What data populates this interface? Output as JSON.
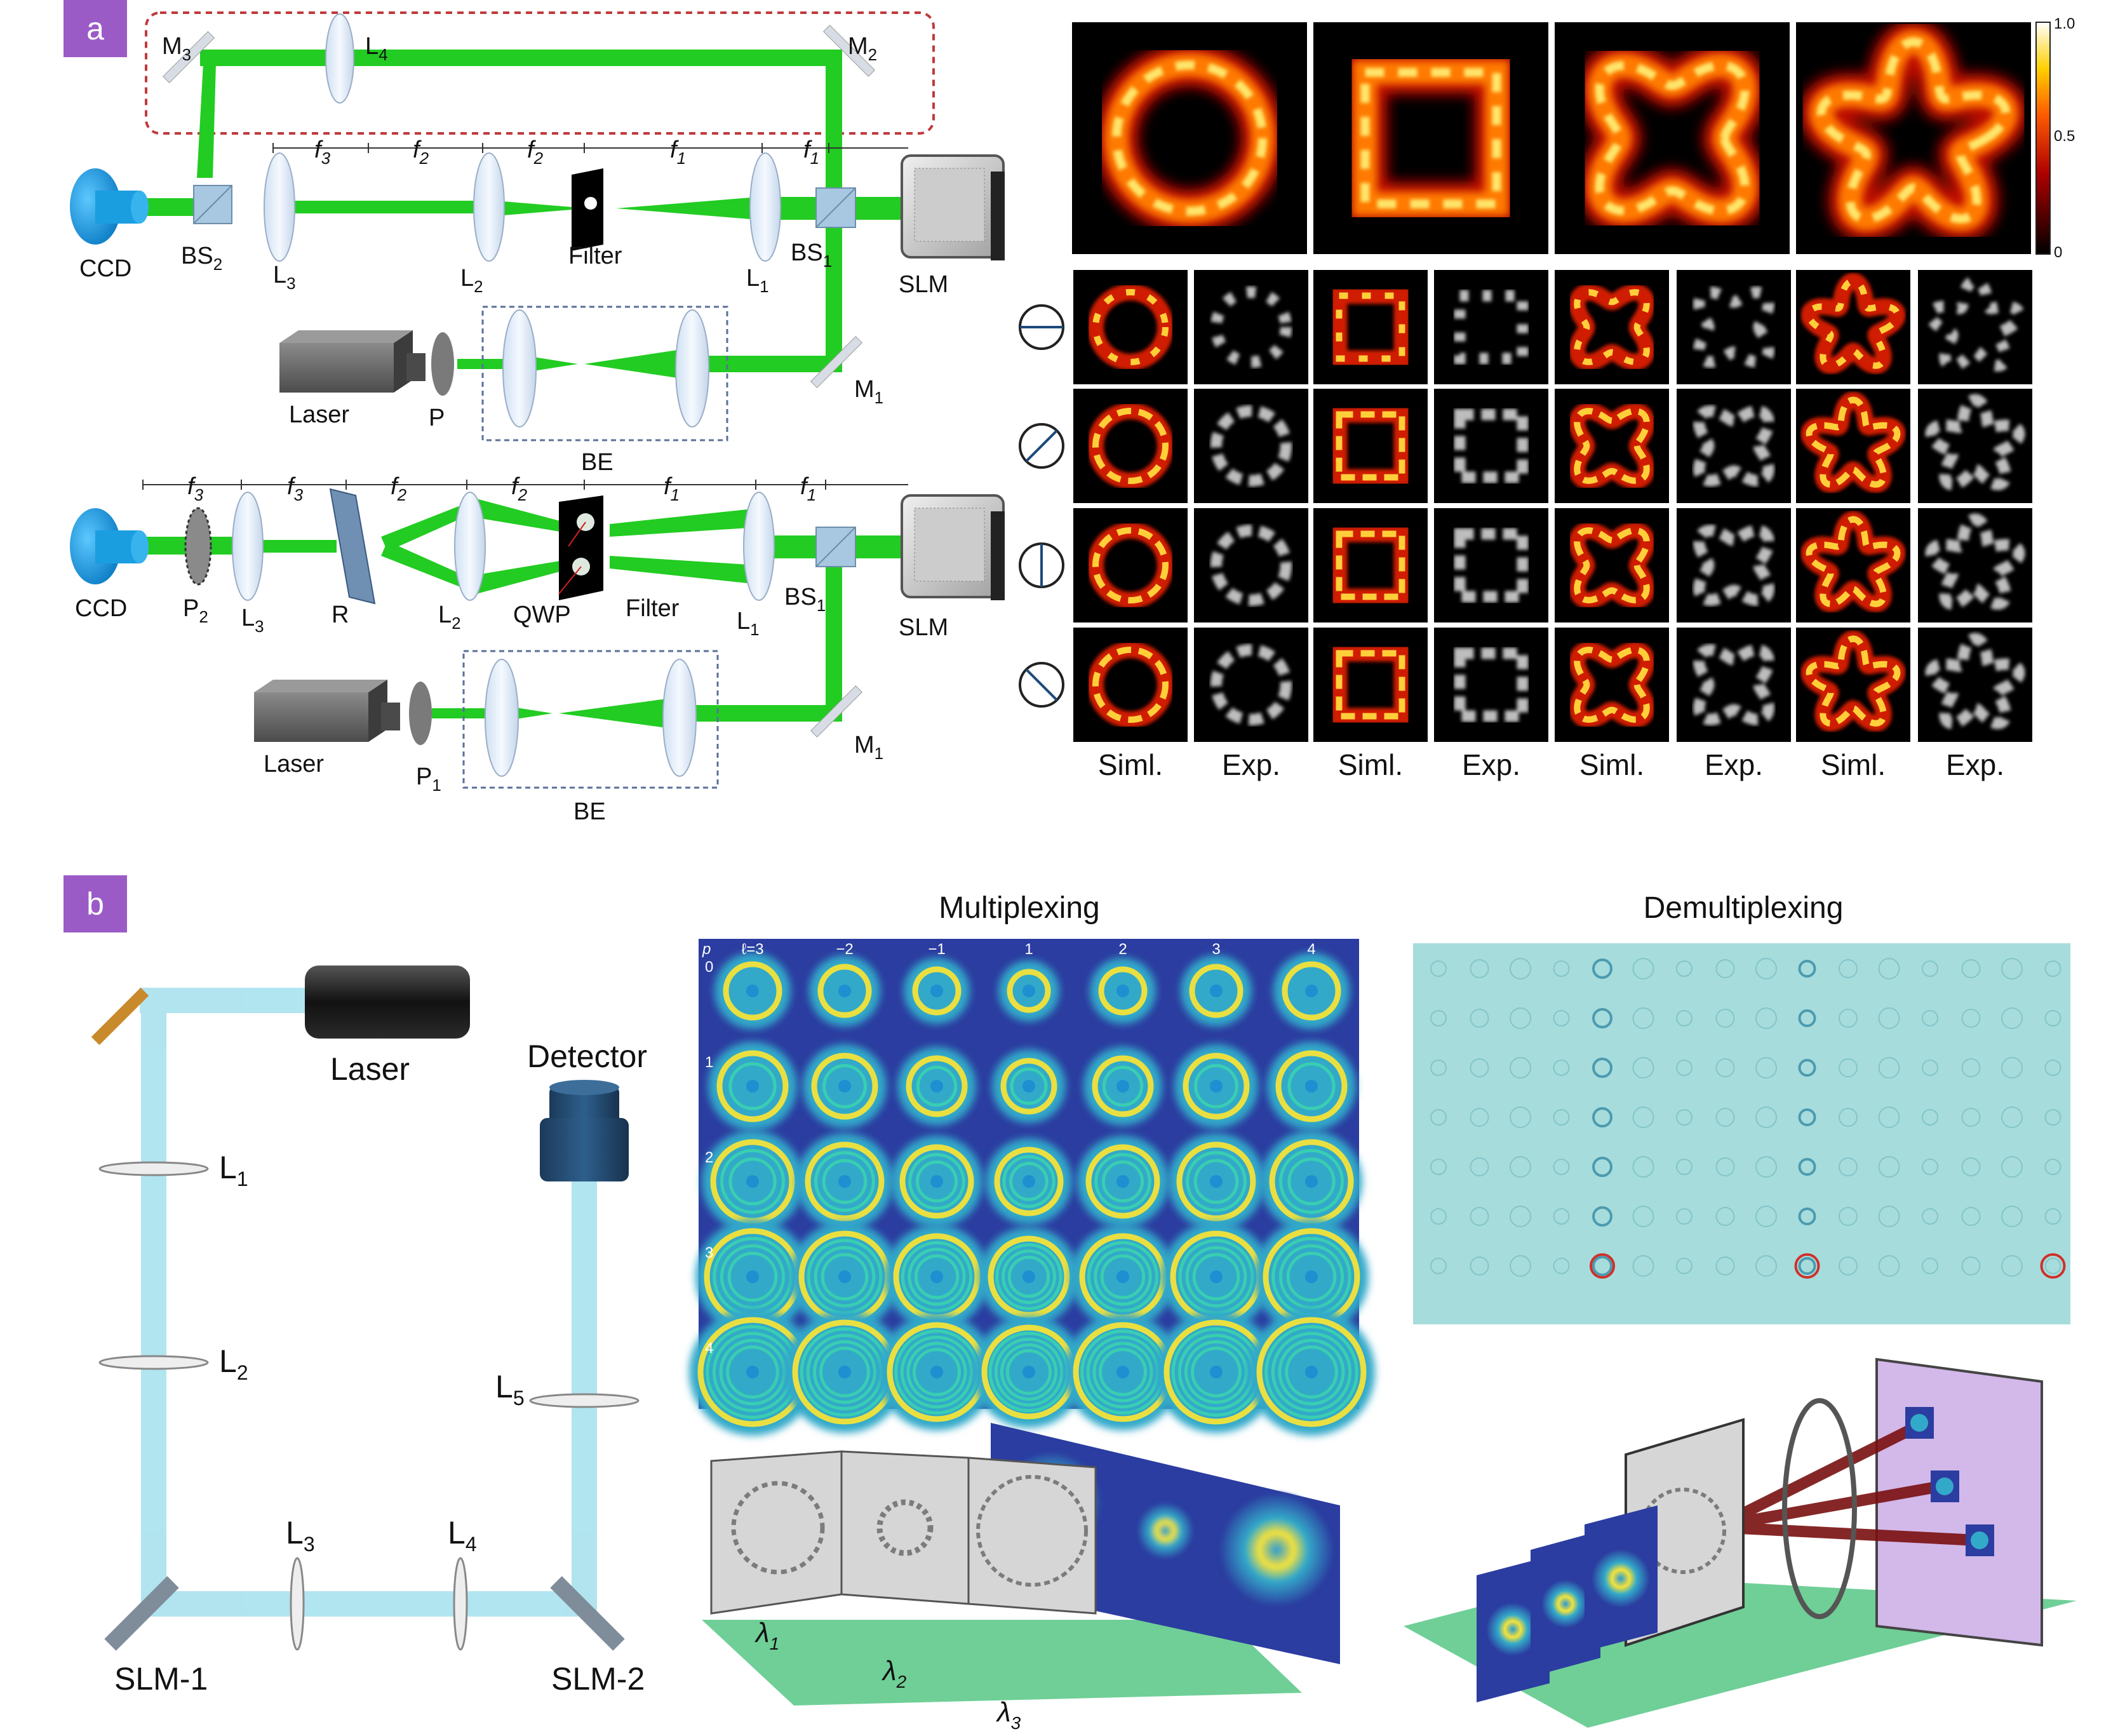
{
  "panel_a": {
    "badge": "a",
    "labels": {
      "m3": "M",
      "m3_sub": "3",
      "l4": "L",
      "l4_sub": "4",
      "m2": "M",
      "m2_sub": "2",
      "ccd": "CCD",
      "bs2": "BS",
      "bs2_sub": "2",
      "l3": "L",
      "l3_sub": "3",
      "l2": "L",
      "l2_sub": "2",
      "filter": "Filter",
      "l1": "L",
      "l1_sub": "1",
      "bs1": "BS",
      "bs1_sub": "1",
      "slm": "SLM",
      "laser": "Laser",
      "p": "P",
      "be": "BE",
      "m1": "M",
      "m1_sub": "1",
      "f3": "f",
      "f3_sub": "3",
      "f2": "f",
      "f2_sub": "2",
      "f1": "f",
      "f1_sub": "1"
    },
    "labels_lower": {
      "ccd": "CCD",
      "p2": "P",
      "p2_sub": "2",
      "l3": "L",
      "l3_sub": "3",
      "r": "R",
      "l2": "L",
      "l2_sub": "2",
      "qwp": "QWP",
      "filter": "Filter",
      "l1": "L",
      "l1_sub": "1",
      "bs1": "BS",
      "bs1_sub": "1",
      "slm": "SLM",
      "laser": "Laser",
      "p1": "P",
      "p1_sub": "1",
      "be": "BE",
      "m1": "M",
      "m1_sub": "1"
    },
    "colorbar": {
      "max": "1.0",
      "mid": "0.5",
      "min": "0"
    },
    "columns": [
      "Siml.",
      "Exp.",
      "Siml.",
      "Exp.",
      "Siml.",
      "Exp.",
      "Siml.",
      "Exp."
    ],
    "shapes": [
      "circle",
      "square",
      "quatrefoil",
      "star"
    ],
    "colors": {
      "beam": "#22cc22",
      "hot": "#ff6a00",
      "ccd": "#1a9ee0"
    }
  },
  "panel_b": {
    "badge": "b",
    "laser": "Laser",
    "detector": "Detector",
    "lenses": [
      {
        "l": "L",
        "s": "1"
      },
      {
        "l": "L",
        "s": "2"
      },
      {
        "l": "L",
        "s": "3"
      },
      {
        "l": "L",
        "s": "4"
      },
      {
        "l": "L",
        "s": "5"
      }
    ],
    "slm1": "SLM-1",
    "slm2": "SLM-2",
    "multiplexing": "Multiplexing",
    "demultiplexing": "Demultiplexing",
    "grid_p_label": "p",
    "grid_l_labels": [
      "ℓ=3",
      "−2",
      "−1",
      "1",
      "2",
      "3",
      "4"
    ],
    "grid_p_values": [
      "0",
      "1",
      "2",
      "3",
      "4"
    ],
    "wavelengths": [
      {
        "l": "λ",
        "s": "1"
      },
      {
        "l": "λ",
        "s": "2"
      },
      {
        "l": "λ",
        "s": "3"
      }
    ],
    "colors": {
      "beam": "#a9e2ee",
      "grid_bg": "#2b3da0",
      "demux_bg": "#a7dcdc",
      "floor": "#6fcf97"
    }
  }
}
